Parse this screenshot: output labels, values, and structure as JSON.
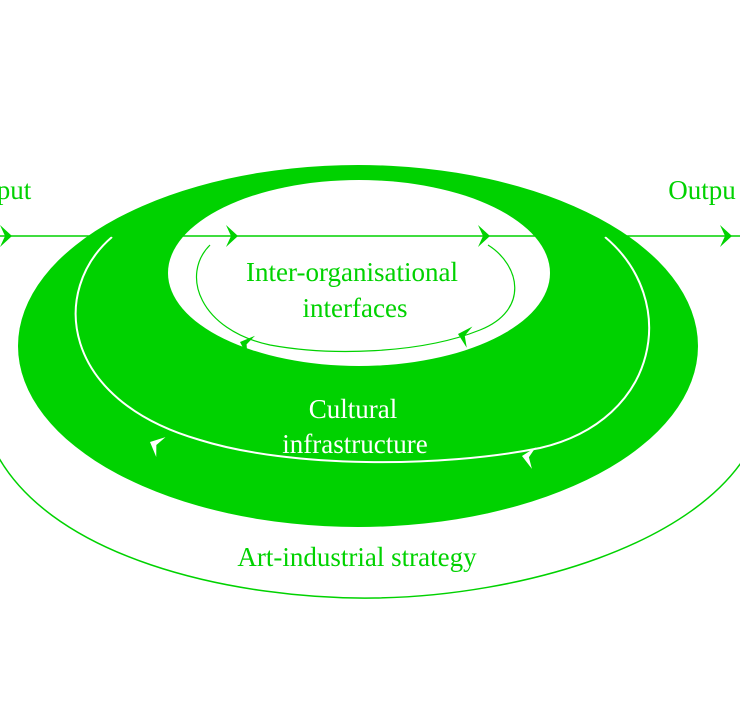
{
  "colors": {
    "accent": "#00d200",
    "background": "#ffffff",
    "inner_text": "#ffffff"
  },
  "labels": {
    "input": "put",
    "output": "Outpu",
    "inner_line1": "Inter-organisational",
    "inner_line2": "interfaces",
    "middle_line1": "Cultural",
    "middle_line2": "infrastructure",
    "outer": "Art-industrial strategy"
  }
}
